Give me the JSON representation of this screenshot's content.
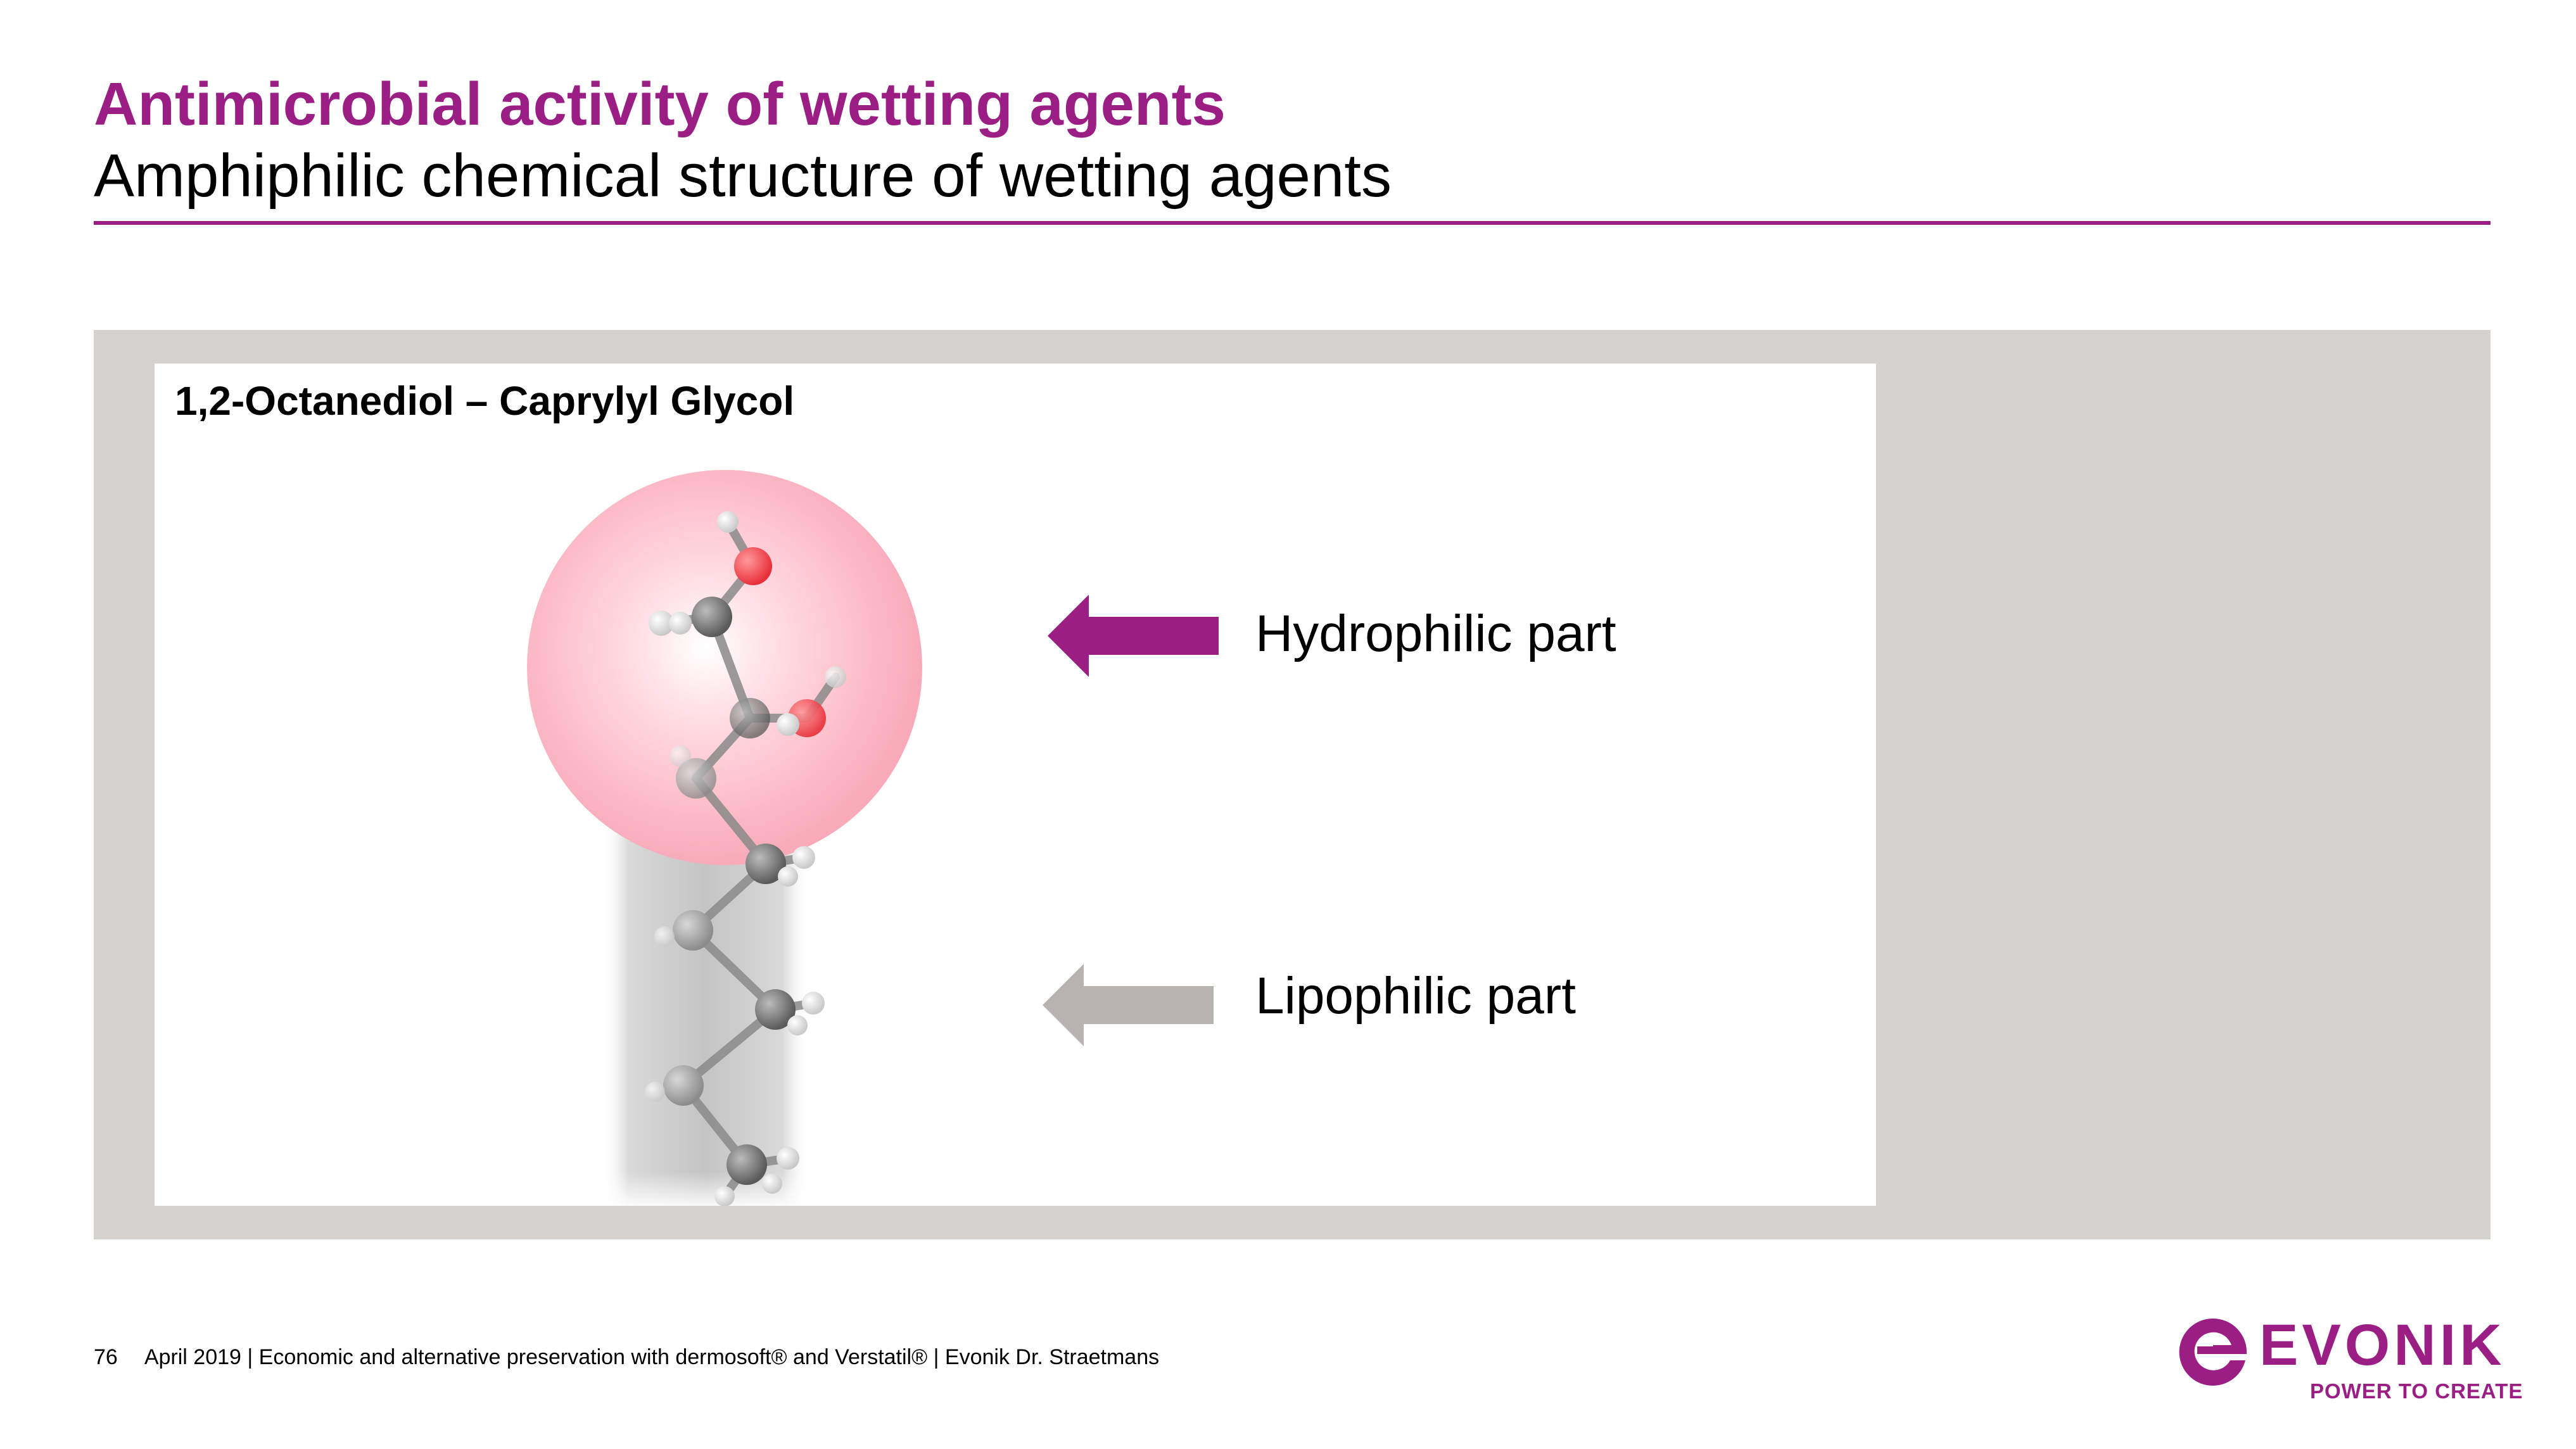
{
  "slide": {
    "title": "Antimicrobial activity of wetting agents",
    "subtitle": "Amphiphilic chemical structure of wetting agents"
  },
  "card": {
    "title": "1,2-Octanediol – Caprylyl Glycol",
    "hydrophilic_label": "Hydrophilic part",
    "lipophilic_label": "Lipophilic part"
  },
  "footer": {
    "page_number": "76",
    "text": "April 2019  |  Economic and alternative preservation with dermosoft® and Verstatil®  |  Evonik Dr. Straetmans"
  },
  "logo": {
    "wordmark": "EVONIK",
    "tagline": "POWER TO CREATE"
  },
  "icons": {
    "hydrophilic_arrow": "arrow-left-icon",
    "lipophilic_arrow": "arrow-left-icon",
    "logo_mark": "evonik-e-icon"
  },
  "colors": {
    "brand": "#9b1e84",
    "panel": "#d6d2cf",
    "hydrophilic_arrow": "#9b1e84",
    "lipophilic_arrow": "#b8b3b0",
    "hydrophilic_zone": "#f7b6c2",
    "lipophilic_zone": "#bdbdbd"
  }
}
